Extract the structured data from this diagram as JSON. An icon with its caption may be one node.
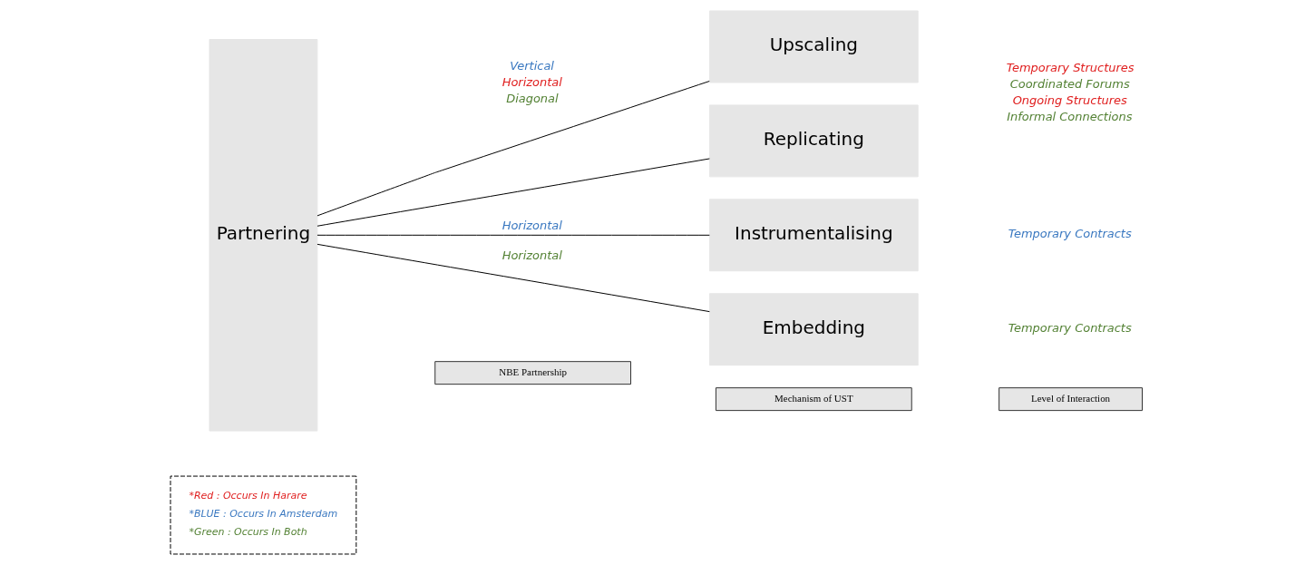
{
  "diagram": {
    "nodes": [
      {
        "text": [
          "Partnering"
        ]
      },
      {
        "text": [
          "Upscaling"
        ]
      },
      {
        "text": [
          "Replicating"
        ]
      },
      {
        "text": [
          "Instrumentalising"
        ]
      },
      {
        "text": [
          "Embedding"
        ]
      },
      {
        "text": [
          "NBE Partnership"
        ]
      },
      {
        "text": [
          "Mechanism of UST"
        ]
      },
      {
        "text": [
          "Level of Interaction"
        ]
      }
    ],
    "edges": [
      {
        "from": 0,
        "to": 1,
        "arrow": "none"
      },
      {
        "from": 0,
        "to": 2,
        "arrow": "none"
      },
      {
        "from": 0,
        "to": 3,
        "arrow": "none"
      },
      {
        "from": 0,
        "to": 4,
        "arrow": "none"
      }
    ],
    "labels": [
      "Vertical",
      "Horizontal",
      "Diagonal",
      "Horizontal",
      "Horizontal",
      "Temporary Structures",
      "Coordinated Forums",
      "Ongoing Structures",
      "Informal Connections",
      "Temporary Contracts",
      "Temporary Contracts"
    ],
    "legend": [
      {
        "text": "*Red : Occurs In Harare",
        "color": "#e02020"
      },
      {
        "text": "*BLUE : Occurs In Amsterdam",
        "color": "#3a78c0"
      },
      {
        "text": "*Green : Occurs In Both",
        "color": "#548235"
      }
    ]
  }
}
